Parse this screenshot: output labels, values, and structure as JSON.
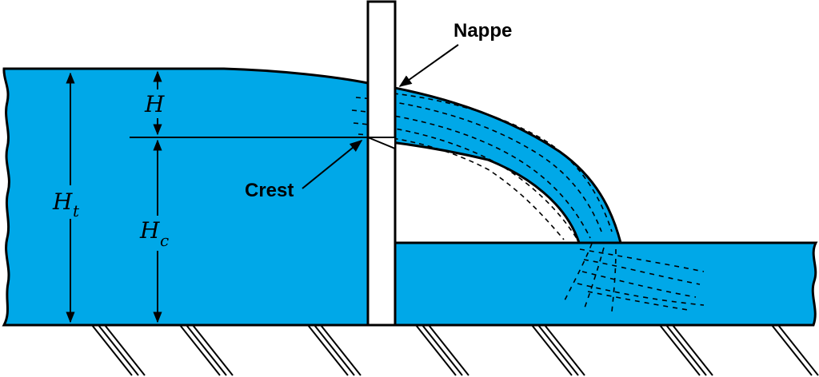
{
  "labels": {
    "nappe": "Nappe",
    "crest": "Crest",
    "h": "H",
    "ht_main": "H",
    "ht_sub": "t",
    "hc_main": "H",
    "hc_sub": "c"
  },
  "colors": {
    "water": "#00a8e8",
    "outline": "#000000",
    "weir_plate": "#ffffff",
    "background": "#ffffff"
  }
}
